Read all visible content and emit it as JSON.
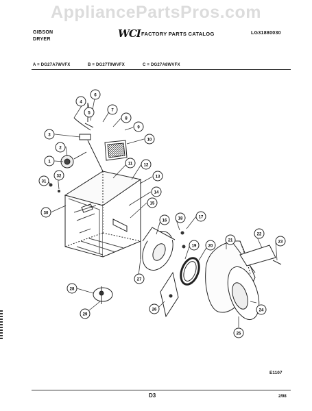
{
  "watermark": "AppliancePartsPros.com",
  "header": {
    "brand_line1": "GIBSON",
    "brand_line2": "DRYER",
    "logo": "WCI",
    "title": "FACTORY PARTS CATALOG",
    "catalog_code": "LG31880030"
  },
  "models": [
    {
      "text": "A = DG27A7WVFX"
    },
    {
      "text": "B = DG27T9WVFX"
    },
    {
      "text": "C = DG27A8WVFX"
    }
  ],
  "callouts": [
    "1",
    "2",
    "3",
    "4",
    "5",
    "6",
    "7",
    "8",
    "9",
    "10",
    "11",
    "12",
    "13",
    "14",
    "15",
    "16",
    "17",
    "18",
    "19",
    "20",
    "21",
    "22",
    "23",
    "24",
    "25",
    "26",
    "27",
    "28",
    "29",
    "30",
    "31",
    "32"
  ],
  "footer": {
    "diagram_code": "E1107",
    "page": "D3",
    "date": "2/98"
  }
}
